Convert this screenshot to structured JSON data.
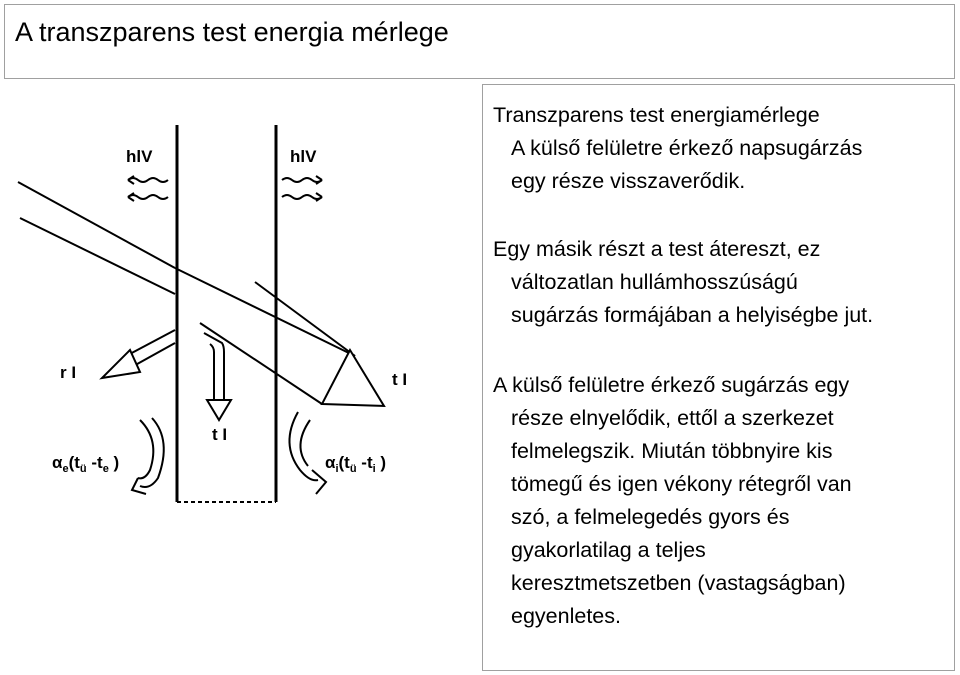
{
  "header": {
    "title": "A transzparens test energia mérlege"
  },
  "text": {
    "p1": {
      "line1": "Transzparens test energiamérlege",
      "line2": "A külső felületre érkező napsugárzás",
      "line3": "egy része visszaverődik."
    },
    "p2": {
      "line1": "Egy másik részt a test átereszt, ez",
      "line2": "változatlan hullámhosszúságú",
      "line3": "sugárzás formájában a helyiségbe jut."
    },
    "p3": {
      "line1": "A külső felületre érkező sugárzás egy",
      "line2": "része elnyelődik, ettől a szerkezet",
      "line3": "felmelegszik. Miután többnyire kis",
      "line4": "tömegű és igen vékony rétegről van",
      "line5": "szó, a felmelegedés gyors és",
      "line6": "gyakorlatilag a teljes",
      "line7": "keresztmetszetben (vastagságban)",
      "line8": "egyenletes."
    }
  },
  "diagram": {
    "label_hlv_left": "hlV",
    "label_hlv_right": "hlV",
    "label_reflected": "r I",
    "label_transmitted": "t I",
    "label_inner": "t I",
    "label_alpha_e": "αe(tü-te)",
    "label_alpha_i": "αi(tü-ti)"
  }
}
